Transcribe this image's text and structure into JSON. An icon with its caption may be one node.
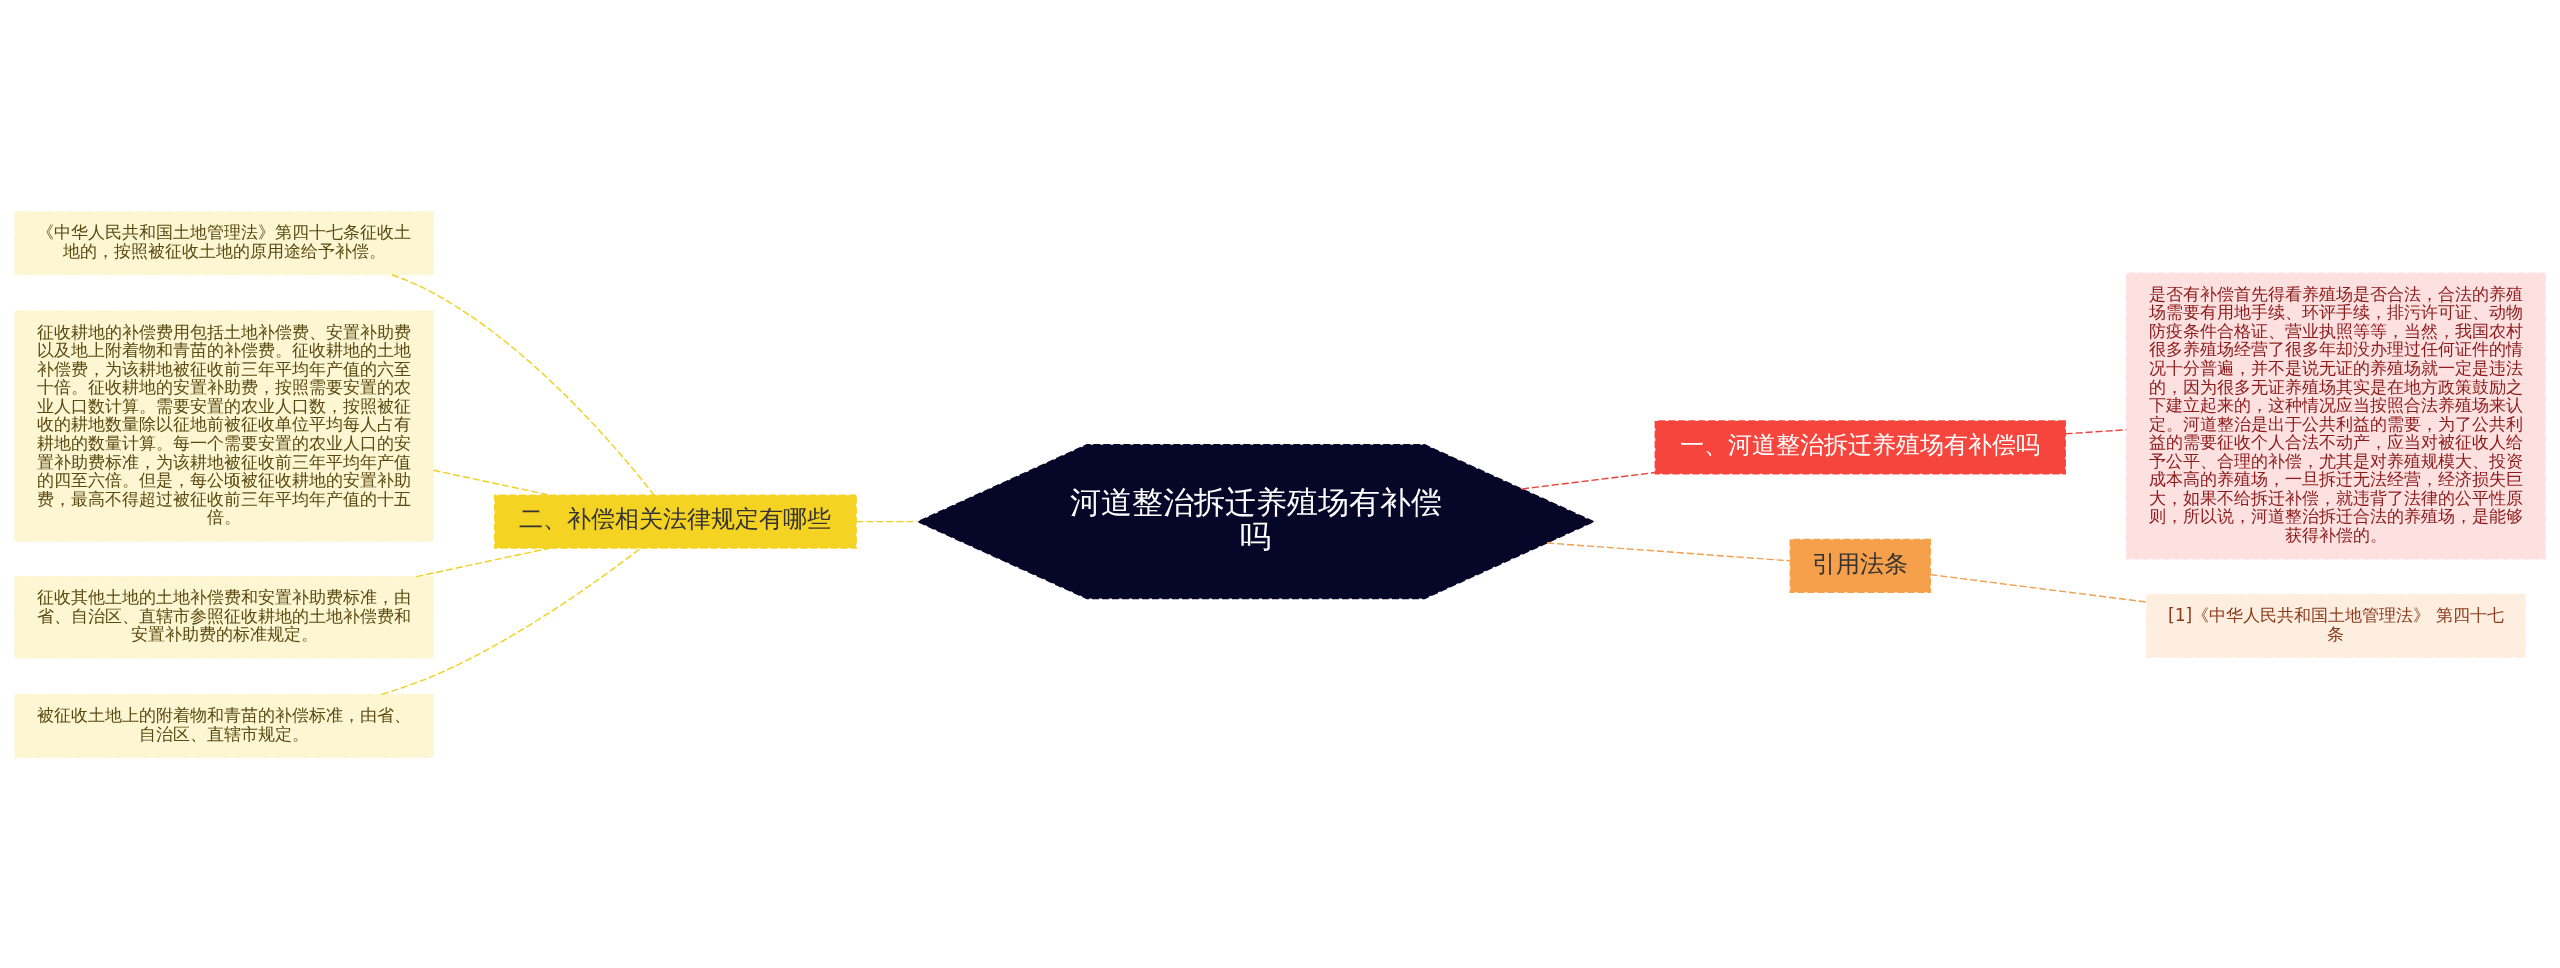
{
  "diagram": {
    "nodes": [
      {
        "text": [
          "河道整治拆迁养殖场有补偿吗"
        ]
      },
      {
        "text": [
          "一、河道整治拆迁养殖场有补偿吗"
        ]
      },
      {
        "text": [
          "是否有补偿首先得看养殖场是否合法，合法的养殖场需要有用地手续、环评手续，排污许可证、动物防疫条件合格证、营业执照等等，当然，我国农村很多养殖场经营了很多年却没办理过任何证件的情况十分普遍，并不是说无证的养殖场就一定是违法的，因为很多无证养殖场其实是在地方政策鼓励之下建立起来的，这种情况应当按照合法养殖场来认定。河道整治是出于公共利益的需要，为了公共利益的需要征收个人合法不动产，应当对被征收人给予公平、合理的补偿，尤其是对养殖规模大、投资成本高的养殖场，一旦拆迁无法经营，经济损失巨大，如果不给拆迁补偿，就违背了法律的公平性原则，所以说，河道整治拆迁合法的养殖场，是能够获得补偿的。"
        ]
      },
      {
        "text": [
          "引用法条"
        ]
      },
      {
        "text": [
          "[1]《中华人民共和国土地管理法》 第四十七条"
        ]
      },
      {
        "text": [
          "二、补偿相关法律规定有哪些"
        ]
      },
      {
        "text": [
          "《中华人民共和国土地管理法》第四十七条征收土地的，按照被征收土地的原用途给予补偿。"
        ]
      },
      {
        "text": [
          "征收耕地的补偿费用包括土地补偿费、安置补助费以及地上附着物和青苗的补偿费。征收耕地的土地补偿费，为该耕地被征收前三年平均年产值的六至十倍。征收耕地的安置补助费，按照需要安置的农业人口数计算。需要安置的农业人口数，按照被征收的耕地数量除以征地前被征收单位平均每人占有耕地的数量计算。每一个需要安置的农业人口的安置补助费标准，为该耕地被征收前三年平均年产值的四至六倍。但是，每公顷被征收耕地的安置补助费，最高不得超过被征收前三年平均年产值的十五倍。"
        ]
      },
      {
        "text": [
          "征收其他土地的土地补偿费和安置补助费标准，由省、自治区、直辖市参照征收耕地的土地补偿费和安置补助费的标准规定。"
        ]
      },
      {
        "text": [
          "被征收土地上的附着物和青苗的补偿标准，由省、自治区、直辖市规定。"
        ]
      }
    ],
    "edges": [
      {
        "from": 0,
        "to": 1,
        "arrow": "none",
        "style": "dashed",
        "color": "#e8453c"
      },
      {
        "from": 1,
        "to": 2,
        "arrow": "none",
        "style": "dashed",
        "color": "#e8453c"
      },
      {
        "from": 0,
        "to": 3,
        "arrow": "none",
        "style": "dashed",
        "color": "#f0a050"
      },
      {
        "from": 3,
        "to": 4,
        "arrow": "none",
        "style": "dashed",
        "color": "#f0a050"
      },
      {
        "from": 5,
        "to": 0,
        "arrow": "none",
        "style": "dashed",
        "color": "#f0d020"
      },
      {
        "from": 6,
        "to": 5,
        "arrow": "none",
        "style": "dashed",
        "color": "#f0d020"
      },
      {
        "from": 7,
        "to": 5,
        "arrow": "none",
        "style": "dashed",
        "color": "#f0d020"
      },
      {
        "from": 8,
        "to": 5,
        "arrow": "none",
        "style": "dashed",
        "color": "#f0d020"
      },
      {
        "from": 9,
        "to": 5,
        "arrow": "none",
        "style": "dashed",
        "color": "#f0d020"
      }
    ]
  }
}
